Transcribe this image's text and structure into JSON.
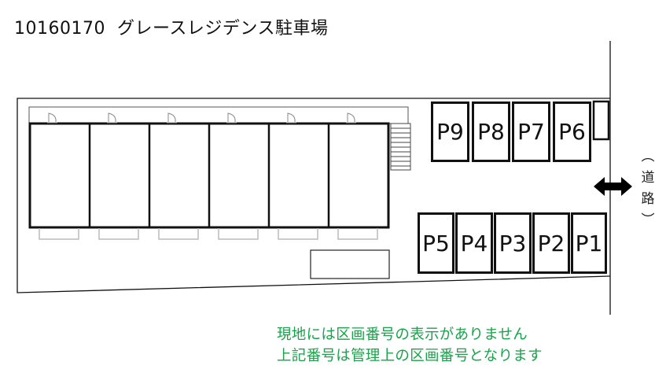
{
  "title": {
    "code": "10160170",
    "name": "グレースレジデンス駐車場"
  },
  "parking_slots": {
    "top_row": [
      "P9",
      "P8",
      "P7",
      "P6"
    ],
    "bottom_row": [
      "P5",
      "P4",
      "P3",
      "P2",
      "P1"
    ]
  },
  "road": {
    "open_paren": "︵",
    "char1": "道",
    "char2": "路",
    "close_paren": "︶"
  },
  "notes": {
    "line1": "現地には区画番号の表示がありません",
    "line2": "上記番号は管理上の区画番号となります"
  },
  "colors": {
    "note_green": "#1aa34a",
    "line": "#111111",
    "balcony_gray": "#bbbbbb"
  },
  "building": {
    "unit_count": 6
  }
}
